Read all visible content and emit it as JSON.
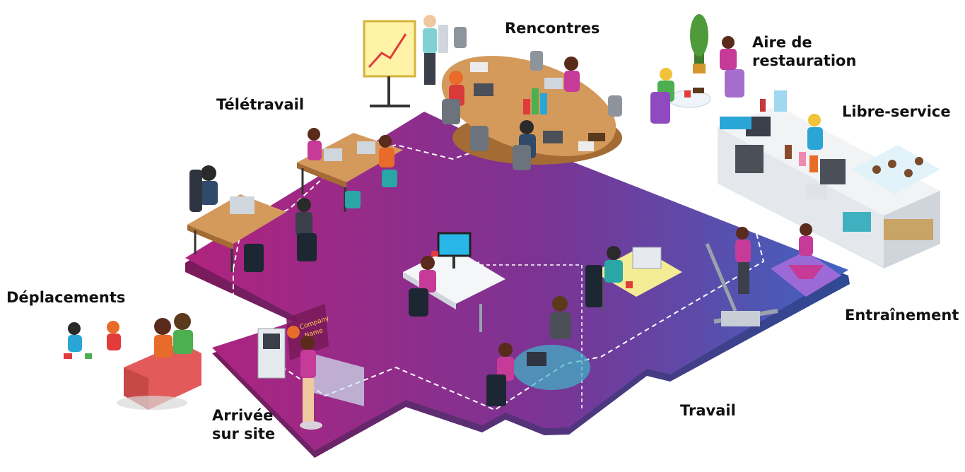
{
  "labels": {
    "rencontres": "Rencontres",
    "aire": [
      "Aire de",
      "restauration"
    ],
    "libre_service": "Libre-service",
    "teletravail": "Télétravail",
    "deplacements": "Déplacements",
    "entrainement": "Entraînement",
    "travail": "Travail",
    "arrivee": [
      "Arrivée",
      "sur site"
    ]
  },
  "kiosk_sign": [
    "Company",
    "Name"
  ],
  "colors": {
    "floor_start": "#b0237e",
    "floor_mid": "#7a3494",
    "floor_end": "#3f63c0",
    "floor_edge": "#7b1a5b",
    "table_wood": "#d49a5c",
    "label_text": "#111111"
  }
}
